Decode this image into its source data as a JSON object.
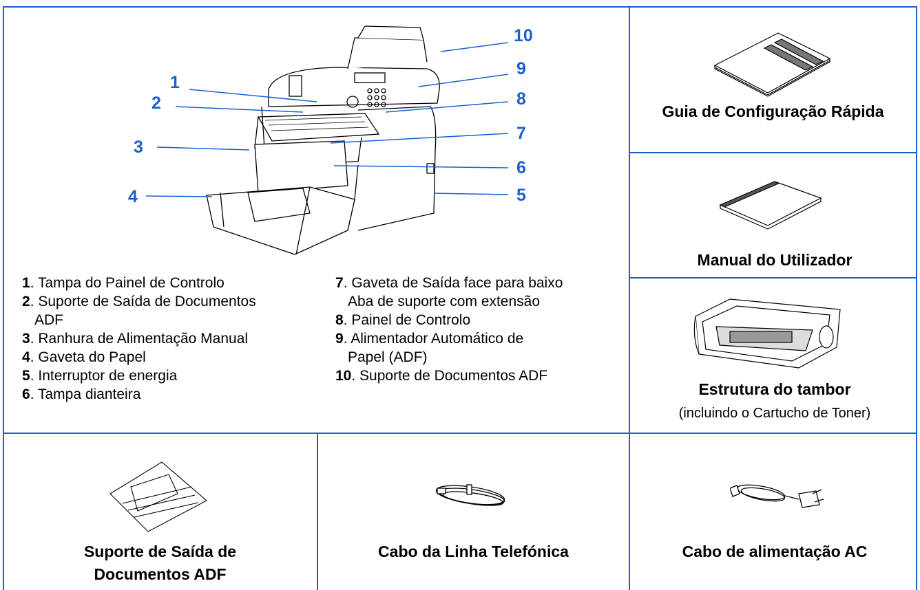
{
  "callouts": [
    "1",
    "2",
    "3",
    "4",
    "5",
    "6",
    "7",
    "8",
    "9",
    "10"
  ],
  "parts_left": [
    {
      "num": "1",
      "label": ". Tampa do Painel de Controlo",
      "cont": ""
    },
    {
      "num": "2",
      "label": ". Suporte de Saída de Documentos",
      "cont": "ADF"
    },
    {
      "num": "3",
      "label": ". Ranhura de Alimentação Manual",
      "cont": ""
    },
    {
      "num": "4",
      "label": ". Gaveta do Papel",
      "cont": ""
    },
    {
      "num": "5",
      "label": ". Interruptor de energia",
      "cont": ""
    },
    {
      "num": "6",
      "label": ". Tampa dianteira",
      "cont": ""
    }
  ],
  "parts_right": [
    {
      "num": "7",
      "label": ". Gaveta de Saída face para baixo",
      "cont": "Aba de suporte com extensão"
    },
    {
      "num": "8",
      "label": ". Painel de Controlo",
      "cont": ""
    },
    {
      "num": "9",
      "label": ". Alimentador Automático de",
      "cont": "Papel (ADF)"
    },
    {
      "num": "10",
      "label": ". Suporte de Documentos ADF",
      "cont": ""
    }
  ],
  "items": {
    "quick_setup_guide": "Guia de Configuração Rápida",
    "user_manual": "Manual do Utilizador",
    "drum_unit": "Estrutura do tambor",
    "drum_unit_note": "(incluindo o Cartucho de Toner)",
    "adf_output_support": "Suporte de Saída de Documentos ADF",
    "telephone_line_cord": "Cabo da Linha Telefónica",
    "ac_power_cord": "Cabo de alimentação AC"
  },
  "colors": {
    "accent": "#1a5fd0"
  }
}
